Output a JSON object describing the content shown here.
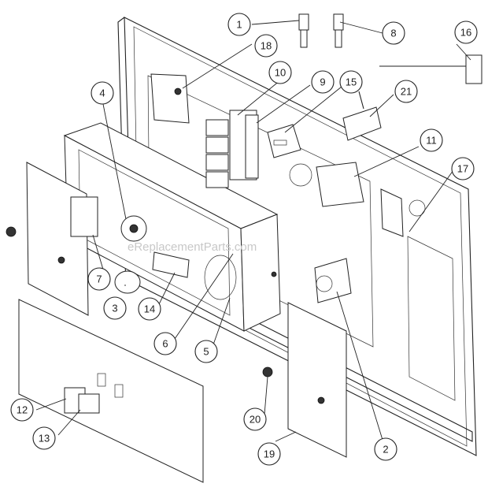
{
  "watermark": "eReplacementParts.com",
  "callouts": [
    {
      "label": "1"
    },
    {
      "label": "8"
    },
    {
      "label": "16"
    },
    {
      "label": "18"
    },
    {
      "label": "10"
    },
    {
      "label": "9"
    },
    {
      "label": "15"
    },
    {
      "label": "21"
    },
    {
      "label": "4"
    },
    {
      "label": "11"
    },
    {
      "label": "17"
    },
    {
      "label": "7"
    },
    {
      "label": "3"
    },
    {
      "label": "14"
    },
    {
      "label": "6"
    },
    {
      "label": "5"
    },
    {
      "label": "12"
    },
    {
      "label": "13"
    },
    {
      "label": "20"
    },
    {
      "label": "19"
    },
    {
      "label": "2"
    }
  ]
}
